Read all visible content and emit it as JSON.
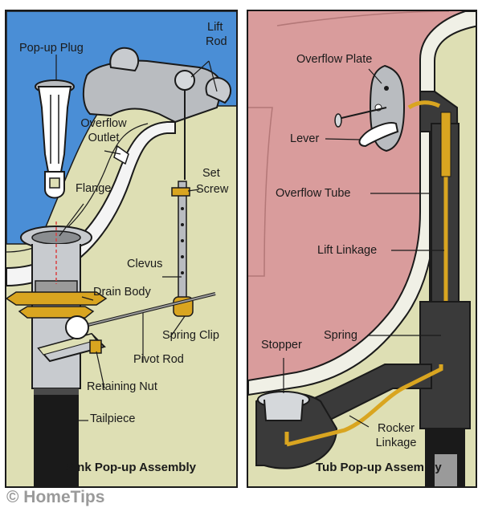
{
  "left_panel": {
    "caption": "Sink Pop-up Assembly",
    "labels": {
      "popup_plug": "Pop-up Plug",
      "lift_rod_1": "Lift",
      "lift_rod_2": "Rod",
      "overflow_outlet_1": "Overflow",
      "overflow_outlet_2": "Outlet",
      "flange": "Flange",
      "set_screw_1": "Set",
      "set_screw_2": "Screw",
      "clevis": "Clevus",
      "drain_body": "Drain Body",
      "spring_clip": "Spring Clip",
      "pivot_rod": "Pivot Rod",
      "retaining_nut": "Retaining Nut",
      "tailpiece": "Tailpiece"
    }
  },
  "right_panel": {
    "caption": "Tub Pop-up Assembly",
    "labels": {
      "overflow_plate": "Overflow Plate",
      "lever": "Lever",
      "overflow_tube": "Overflow Tube",
      "lift_linkage": "Lift Linkage",
      "spring": "Spring",
      "stopper": "Stopper",
      "rocker_linkage_1": "Rocker",
      "rocker_linkage_2": "Linkage"
    }
  },
  "copyright": "© HomeTips",
  "colors": {
    "water_blue": "#4a8ed6",
    "wall_beige": "#dedfb4",
    "tub_pink": "#d99c9c",
    "brass": "#d9a520",
    "pipe_gray": "#9a9a9a",
    "outline": "#1a1a1a"
  }
}
